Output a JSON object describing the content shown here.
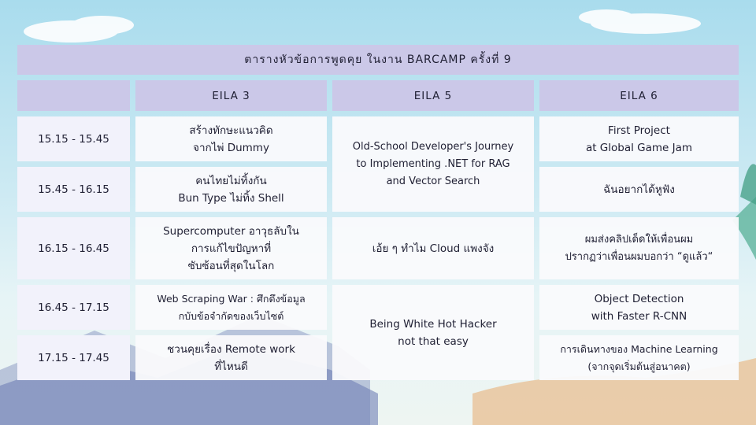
{
  "title": "ตารางหัวข้อการพูดคุย ในงาน BARCAMP ครั้งที่ 9",
  "rooms": [
    "EILA 3",
    "EILA 5",
    "EILA 6"
  ],
  "times": [
    "15.15 - 15.45",
    "15.45 - 16.15",
    "16.15 - 16.45",
    "16.45 - 17.15",
    "17.15 - 17.45"
  ],
  "eila3": [
    [
      "สร้างทักษะแนวคิด",
      "จากไพ่ Dummy"
    ],
    [
      "คนไทยไม่ทิ้งกัน",
      "Bun Type ไม่ทิ้ง Shell"
    ],
    [
      "Supercomputer อาวุธลับใน",
      "การแก้ไขปัญหาที่",
      "ซับซ้อนที่สุดในโลก"
    ],
    [
      "Web Scraping War : ศึกดึงข้อมูล",
      "กบับข้อจำกัดของเว็บไซต์"
    ],
    [
      "ชวนคุยเรื่อง Remote work",
      "ที่ไหนดี"
    ]
  ],
  "eila5": [
    [
      "Old-School Developer's Journey",
      "to Implementing .NET for RAG",
      "and Vector Search"
    ],
    [
      "เอ้ย ๆ ทำไม Cloud แพงจัง"
    ],
    [
      "Being White Hot Hacker",
      "not that easy"
    ]
  ],
  "eila6": [
    [
      "First Project",
      "at Global Game Jam"
    ],
    [
      "ฉันอยากได้หูฟัง"
    ],
    [
      "ผมส่งคลิปเด็ดให้เพื่อนผม",
      "ปรากฏว่าเพื่อนผมบอกว่า “ดูแล้ว“"
    ],
    [
      "Object Detection",
      "with Faster R-CNN"
    ],
    [
      "การเดินทางของ Machine Learning",
      "(จากจุดเริ่มต้นสู่อนาคต)"
    ]
  ]
}
